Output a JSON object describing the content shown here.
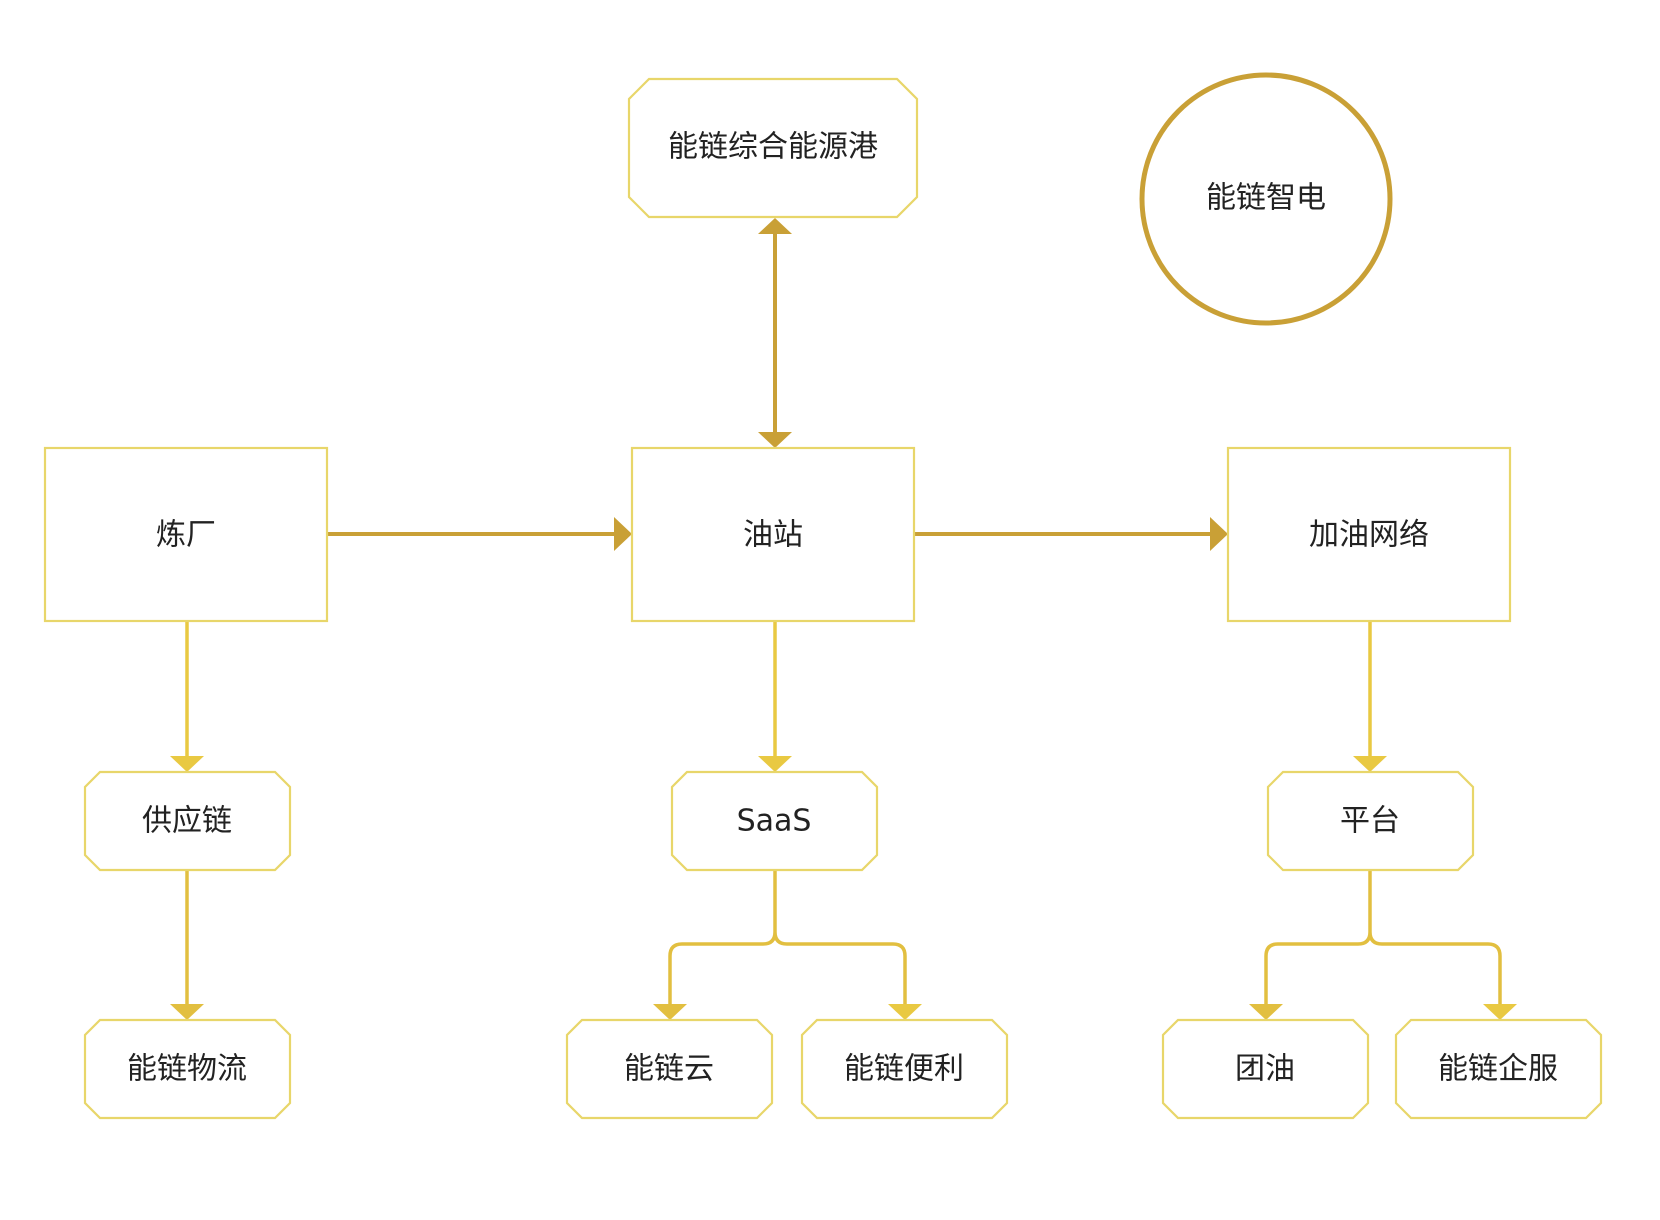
{
  "colors": {
    "dark_gold": "#C9A036",
    "light_gold": "#E9C942",
    "box_border": "#E8D66A",
    "text": "#222222",
    "background": "#FFFFFF"
  },
  "nodes": {
    "energy_port": "能链综合能源港",
    "smart_power": "能链智电",
    "refinery": "炼厂",
    "gas_station": "油站",
    "fuel_network": "加油网络",
    "supply_chain": "供应链",
    "saas": "SaaS",
    "platform": "平台",
    "logistics": "能链物流",
    "cloud": "能链云",
    "convenience": "能链便利",
    "group_fuel": "团油",
    "enterprise_service": "能链企服"
  }
}
